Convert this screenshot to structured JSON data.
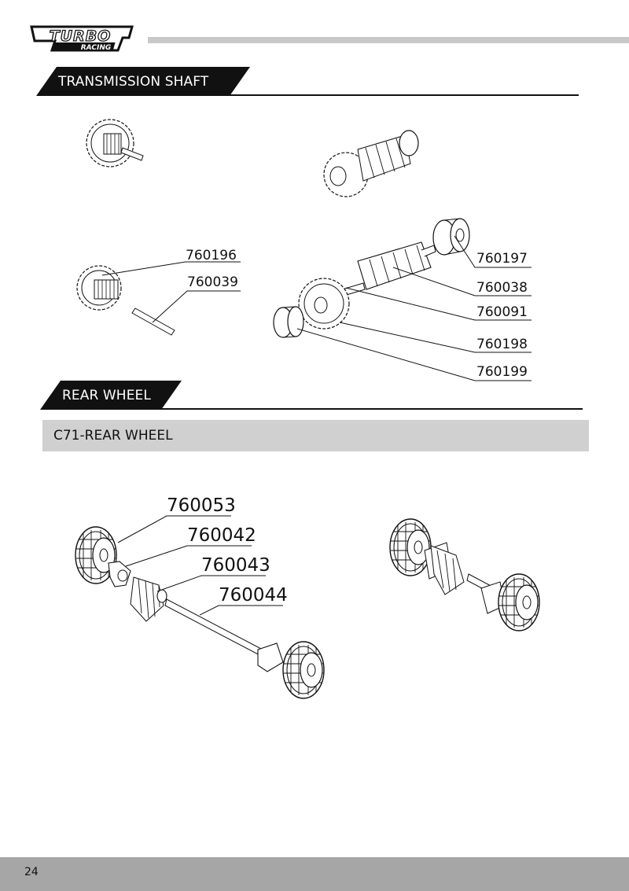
{
  "brand": {
    "logo_main": "TURBO",
    "logo_sub": "RACING"
  },
  "sections": {
    "transmission": {
      "title": "TRANSMISSION SHAFT"
    },
    "rear_wheel": {
      "title": "REAR WHEEL",
      "subtitle": "C71-REAR WHEEL"
    }
  },
  "parts": {
    "transmission": [
      "760196",
      "760039",
      "760197",
      "760038",
      "760091",
      "760198",
      "760199"
    ],
    "rear_wheel": [
      "760053",
      "760042",
      "760043",
      "760044"
    ]
  },
  "footer": {
    "page_number": "24"
  }
}
